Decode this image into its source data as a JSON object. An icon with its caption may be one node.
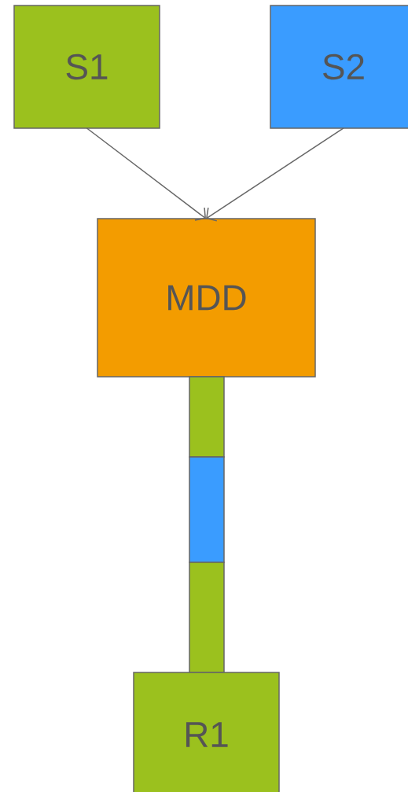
{
  "diagram": {
    "nodes": [
      {
        "text": [
          "S1"
        ]
      },
      {
        "text": [
          "S2"
        ]
      },
      {
        "text": [
          "MDD"
        ]
      },
      {
        "text": [],
        "shape": "bar"
      },
      {
        "text": [],
        "shape": "bar"
      },
      {
        "text": [],
        "shape": "bar"
      },
      {
        "text": [
          "R1"
        ]
      }
    ],
    "edges": [
      {
        "from": 0,
        "to": 2,
        "arrow": "to"
      },
      {
        "from": 1,
        "to": 2,
        "arrow": "to"
      }
    ]
  }
}
